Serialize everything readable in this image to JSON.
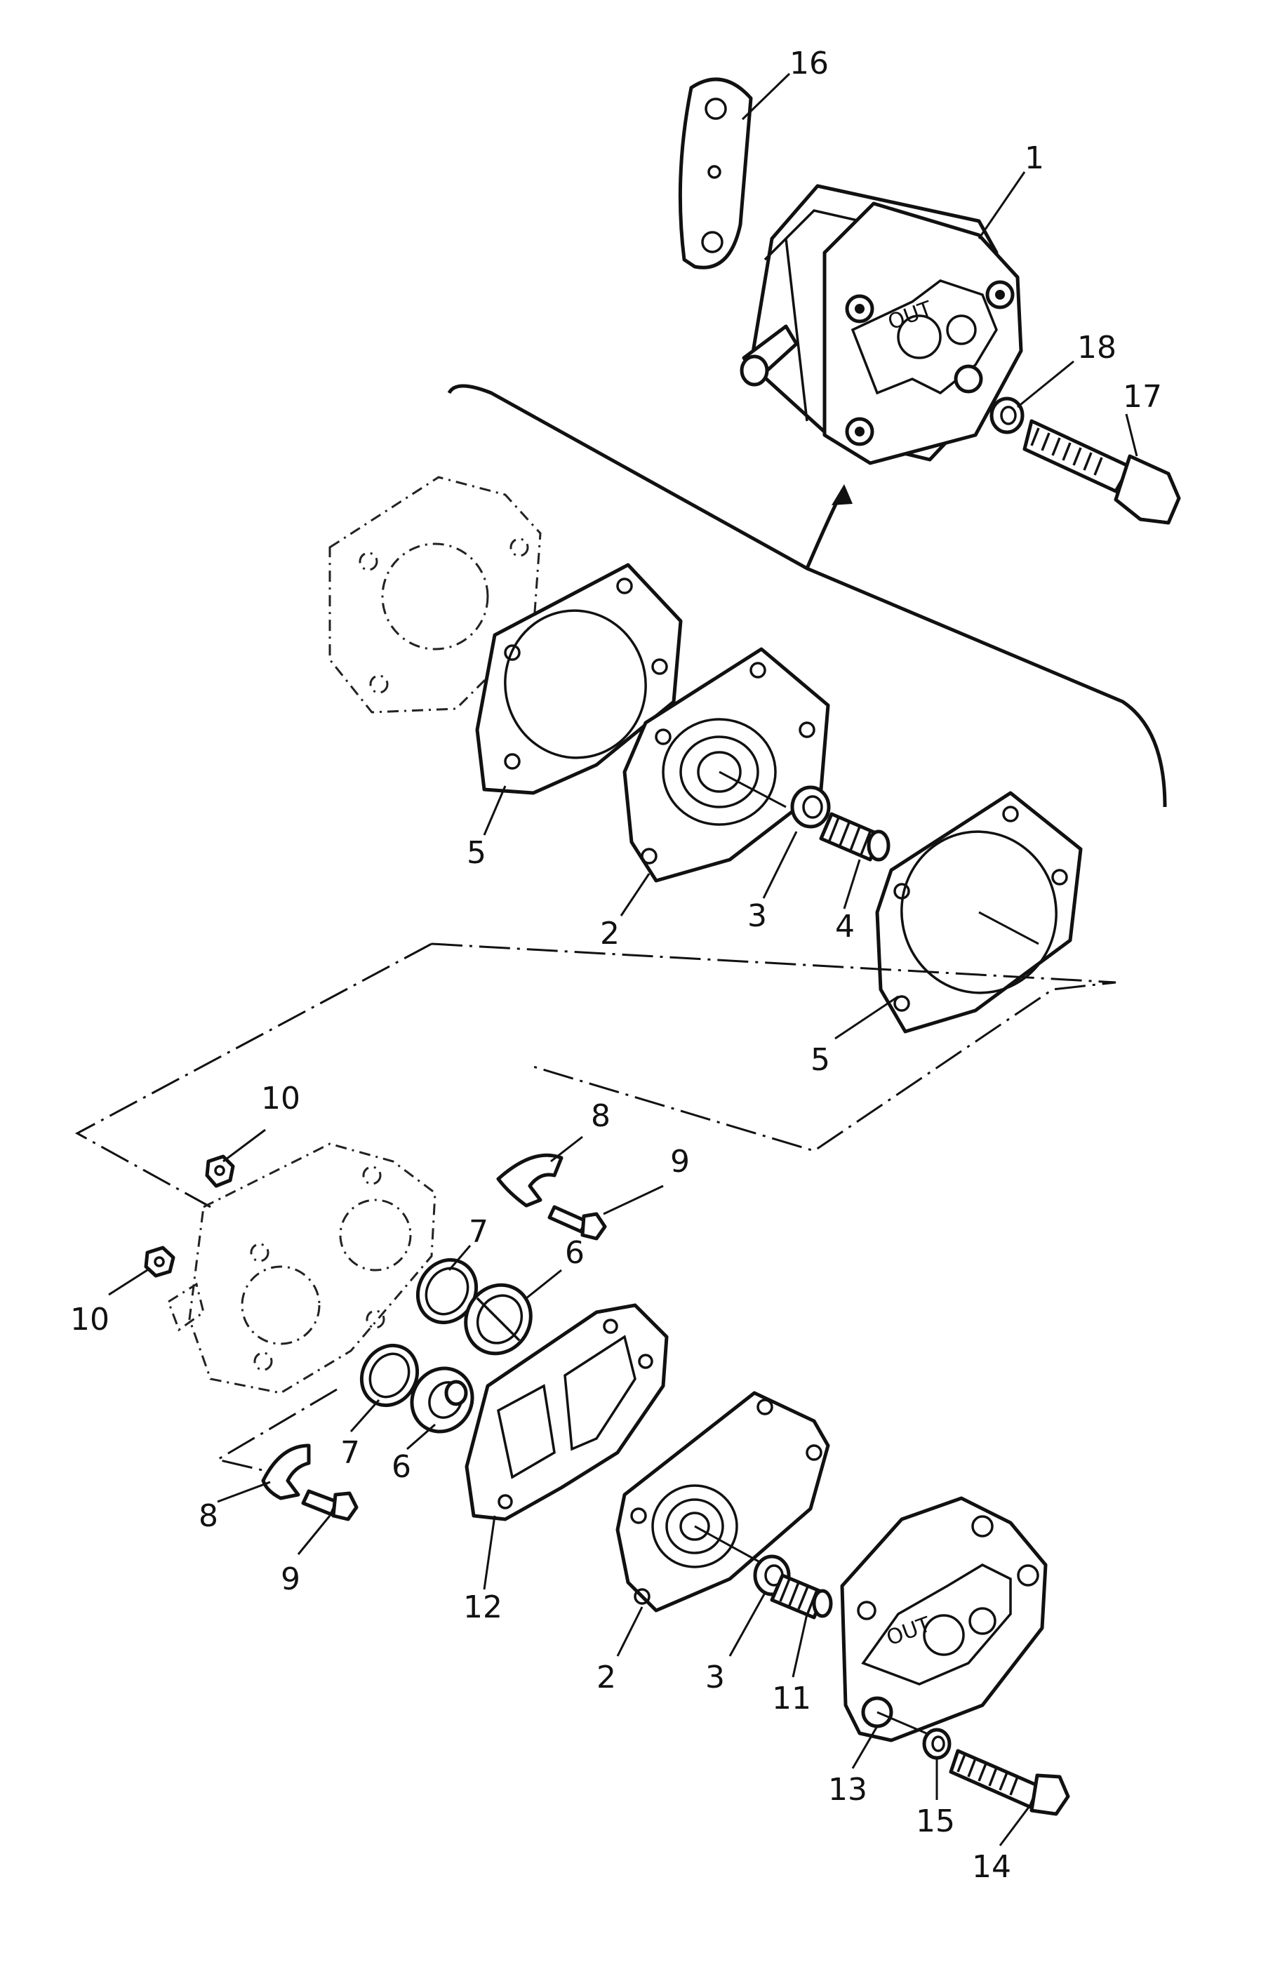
{
  "diagram": {
    "callouts": [
      {
        "id": "c16",
        "text": "16"
      },
      {
        "id": "c1",
        "text": "1"
      },
      {
        "id": "c18",
        "text": "18"
      },
      {
        "id": "c17",
        "text": "17"
      },
      {
        "id": "c5a",
        "text": "5"
      },
      {
        "id": "c2a",
        "text": "2"
      },
      {
        "id": "c3a",
        "text": "3"
      },
      {
        "id": "c4",
        "text": "4"
      },
      {
        "id": "c5b",
        "text": "5"
      },
      {
        "id": "c10a",
        "text": "10"
      },
      {
        "id": "c8a",
        "text": "8"
      },
      {
        "id": "c9a",
        "text": "9"
      },
      {
        "id": "c10b",
        "text": "10"
      },
      {
        "id": "c7a",
        "text": "7"
      },
      {
        "id": "c6a",
        "text": "6"
      },
      {
        "id": "c7b",
        "text": "7"
      },
      {
        "id": "c6b",
        "text": "6"
      },
      {
        "id": "c8b",
        "text": "8"
      },
      {
        "id": "c9b",
        "text": "9"
      },
      {
        "id": "c12",
        "text": "12"
      },
      {
        "id": "c2b",
        "text": "2"
      },
      {
        "id": "c3b",
        "text": "3"
      },
      {
        "id": "c11",
        "text": "11"
      },
      {
        "id": "c13",
        "text": "13"
      },
      {
        "id": "c15",
        "text": "15"
      },
      {
        "id": "c14",
        "text": "14"
      }
    ],
    "stamped_text": {
      "pump_outlet": "OUT",
      "cover_outlet": "OUT"
    },
    "colors": {
      "ink": "#111111",
      "paper": "#ffffff"
    }
  }
}
